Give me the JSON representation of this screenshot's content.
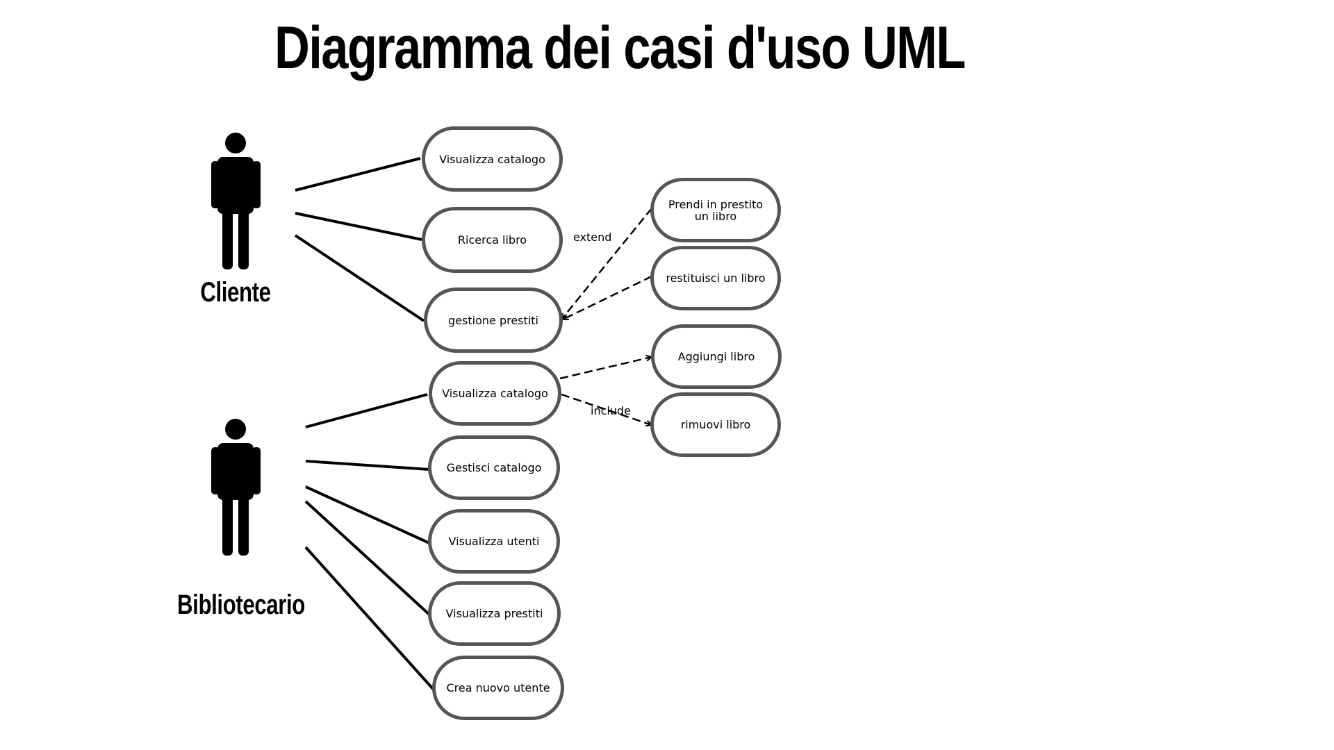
{
  "title": "Diagramma dei casi d'uso UML",
  "actors": {
    "cliente": "Cliente",
    "bibliotecario": "Bibliotecario"
  },
  "use_cases": {
    "cliente_visualizza_catalogo": "Visualizza catalogo",
    "ricerca_libro": "Ricerca libro",
    "gestione_prestiti": "gestione prestiti",
    "prendi_in_prestito": "Prendi in prestito un libro",
    "restituisci_libro": "restituisci un libro",
    "bibliotecario_visualizza_catalogo": "Visualizza catalogo",
    "aggiungi_libro": "Aggiungi libro",
    "rimuovi_libro": "rimuovi libro",
    "gestisci_catalogo": "Gestisci catalogo",
    "visualizza_utenti": "Visualizza utenti",
    "visualizza_prestiti": "Visualizza prestiti",
    "crea_nuovo_utente": "Crea nuovo utente"
  },
  "relationships": {
    "extend": "extend",
    "include": "include"
  },
  "colors": {
    "ellipse_border": "#555555",
    "line": "#000000"
  }
}
